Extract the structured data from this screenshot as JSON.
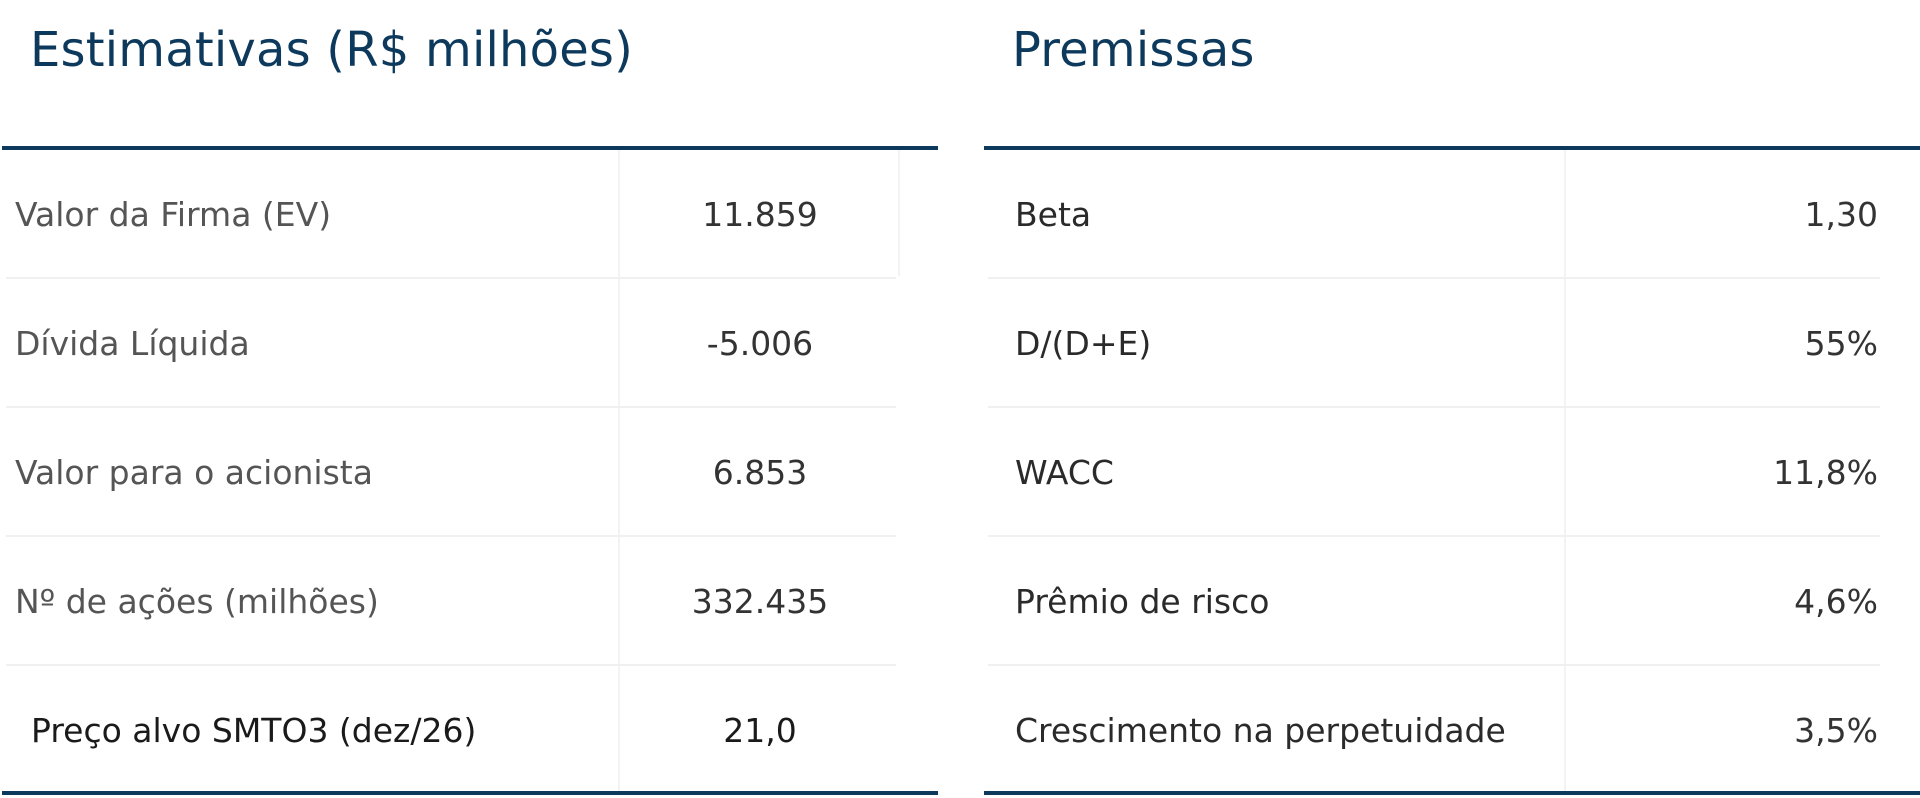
{
  "left": {
    "title": "Estimativas (R$ milhões)",
    "rows": [
      {
        "label": "Valor da Firma (EV)",
        "value": "11.859"
      },
      {
        "label": "Dívida Líquida",
        "value": "-5.006"
      },
      {
        "label": "Valor para o acionista",
        "value": "6.853"
      },
      {
        "label": "Nº de ações (milhões)",
        "value": "332.435"
      },
      {
        "label": "Preço alvo SMTO3 (dez/26)",
        "value": "21,0"
      }
    ]
  },
  "right": {
    "title": "Premissas",
    "rows": [
      {
        "label": "Beta",
        "value": "1,30"
      },
      {
        "label": "D/(D+E)",
        "value": "55%"
      },
      {
        "label": "WACC",
        "value": "11,8%"
      },
      {
        "label": "Prêmio de risco",
        "value": "4,6%"
      },
      {
        "label": "Crescimento na perpetuidade",
        "value": "3,5%"
      }
    ]
  },
  "colors": {
    "accent": "#0d3a5c",
    "divider": "#f0f0f0"
  }
}
